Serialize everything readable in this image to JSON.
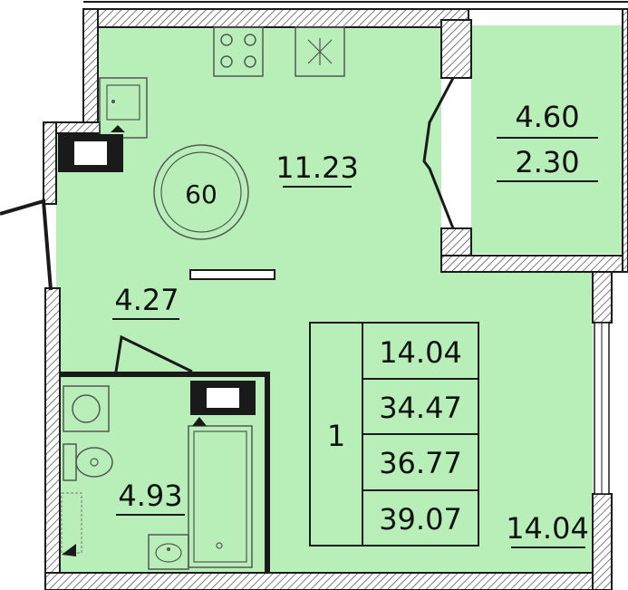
{
  "colors": {
    "floor": "#b8efb8",
    "wall": "#1a1a1a",
    "line": "#222222",
    "background": "#ffffff"
  },
  "rooms": {
    "kitchen_living": {
      "area": "11.23"
    },
    "hallway": {
      "area": "4.27"
    },
    "bathroom": {
      "area": "4.93"
    },
    "main_room": {
      "area": "14.04"
    },
    "balcony": {
      "area": "4.60",
      "reduced_area": "2.30"
    }
  },
  "dining_table": {
    "label": "60"
  },
  "summary": {
    "rooms_count": "1",
    "living_area": "14.04",
    "total_area": "34.47",
    "total_with_balcony_half": "36.77",
    "total_with_balcony": "39.07"
  },
  "icons": [
    "stove-icon",
    "sink-icon",
    "fridge-icon",
    "toilet-icon",
    "bathtub-icon",
    "washbasin-icon",
    "washing-machine-icon",
    "radiator-icon"
  ]
}
